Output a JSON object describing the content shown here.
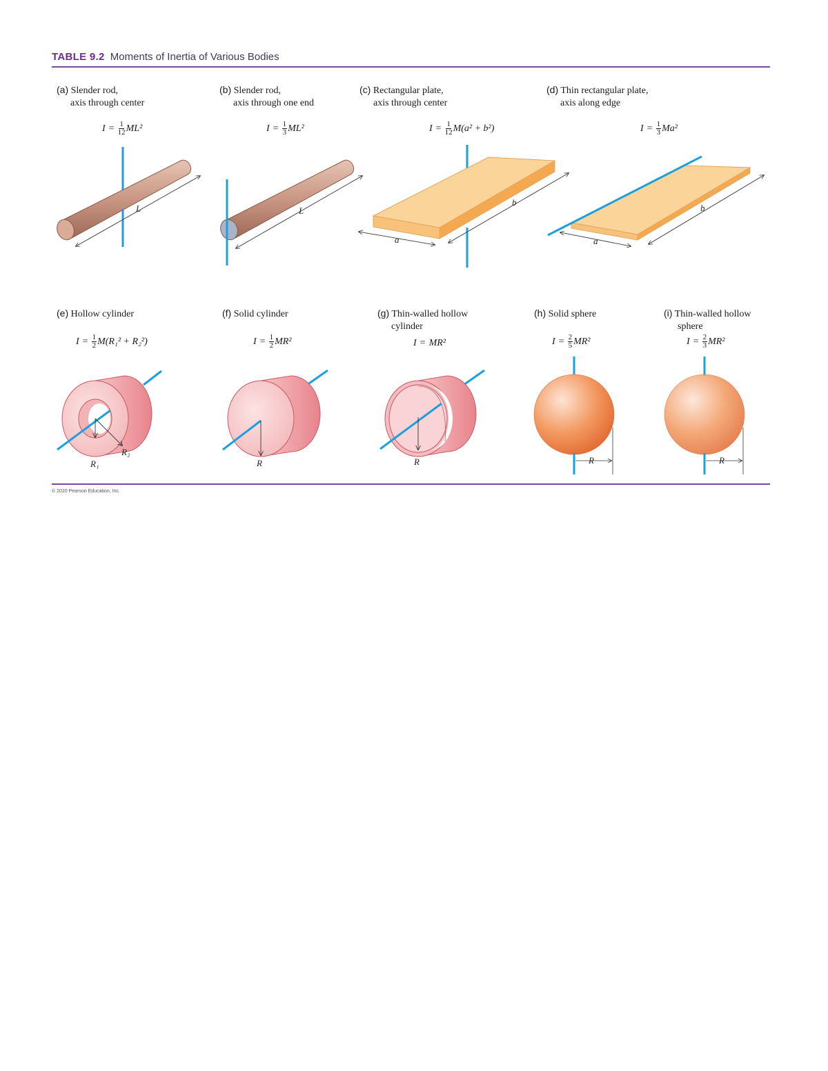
{
  "header": {
    "table_number": "TABLE 9.2",
    "table_title": "Moments of Inertia of Various Bodies"
  },
  "items": [
    {
      "letter": "(a)",
      "line1": "Slender rod,",
      "line2": "axis through center",
      "I": "I",
      "eq": "=",
      "num": "1",
      "den": "12",
      "rest": "ML²"
    },
    {
      "letter": "(b)",
      "line1": "Slender rod,",
      "line2": "axis through one end",
      "I": "I",
      "eq": "=",
      "num": "1",
      "den": "3",
      "rest": "ML²"
    },
    {
      "letter": "(c)",
      "line1": "Rectangular plate,",
      "line2": "axis through center",
      "I": "I",
      "eq": "=",
      "num": "1",
      "den": "12",
      "rest": "M(a² + b²)"
    },
    {
      "letter": "(d)",
      "line1": "Thin rectangular plate,",
      "line2": "axis along edge",
      "I": "I",
      "eq": "=",
      "num": "1",
      "den": "3",
      "rest": "Ma²"
    },
    {
      "letter": "(e)",
      "line1": "Hollow cylinder",
      "line2": "",
      "I": "I",
      "eq": "=",
      "num": "1",
      "den": "2",
      "rest": "M(R₁² + R₂²)"
    },
    {
      "letter": "(f)",
      "line1": "Solid cylinder",
      "line2": "",
      "I": "I",
      "eq": "=",
      "num": "1",
      "den": "2",
      "rest": "MR²"
    },
    {
      "letter": "(g)",
      "line1": "Thin-walled hollow",
      "line2": "cylinder",
      "I": "I",
      "eq": "=",
      "num": "",
      "den": "",
      "rest": "MR²"
    },
    {
      "letter": "(h)",
      "line1": "Solid sphere",
      "line2": "",
      "I": "I",
      "eq": "=",
      "num": "2",
      "den": "5",
      "rest": "MR²"
    },
    {
      "letter": "(i)",
      "line1": "Thin-walled hollow",
      "line2": "sphere",
      "I": "I",
      "eq": "=",
      "num": "2",
      "den": "3",
      "rest": "MR²"
    }
  ],
  "labels": {
    "L": "L",
    "a": "a",
    "b": "b",
    "R": "R",
    "R1": "R₁",
    "R2": "R₂"
  },
  "colors": {
    "axis": "#1aa0dc",
    "rod": "#c99784",
    "plate": "#fbd49a",
    "cylinder": "#f3a5ab",
    "sphere": "#f08a50",
    "rule": "#7a4a9a",
    "title": "#6a2c8f"
  },
  "footer": {
    "copyright": "© 2020 Pearson Education, Inc."
  }
}
